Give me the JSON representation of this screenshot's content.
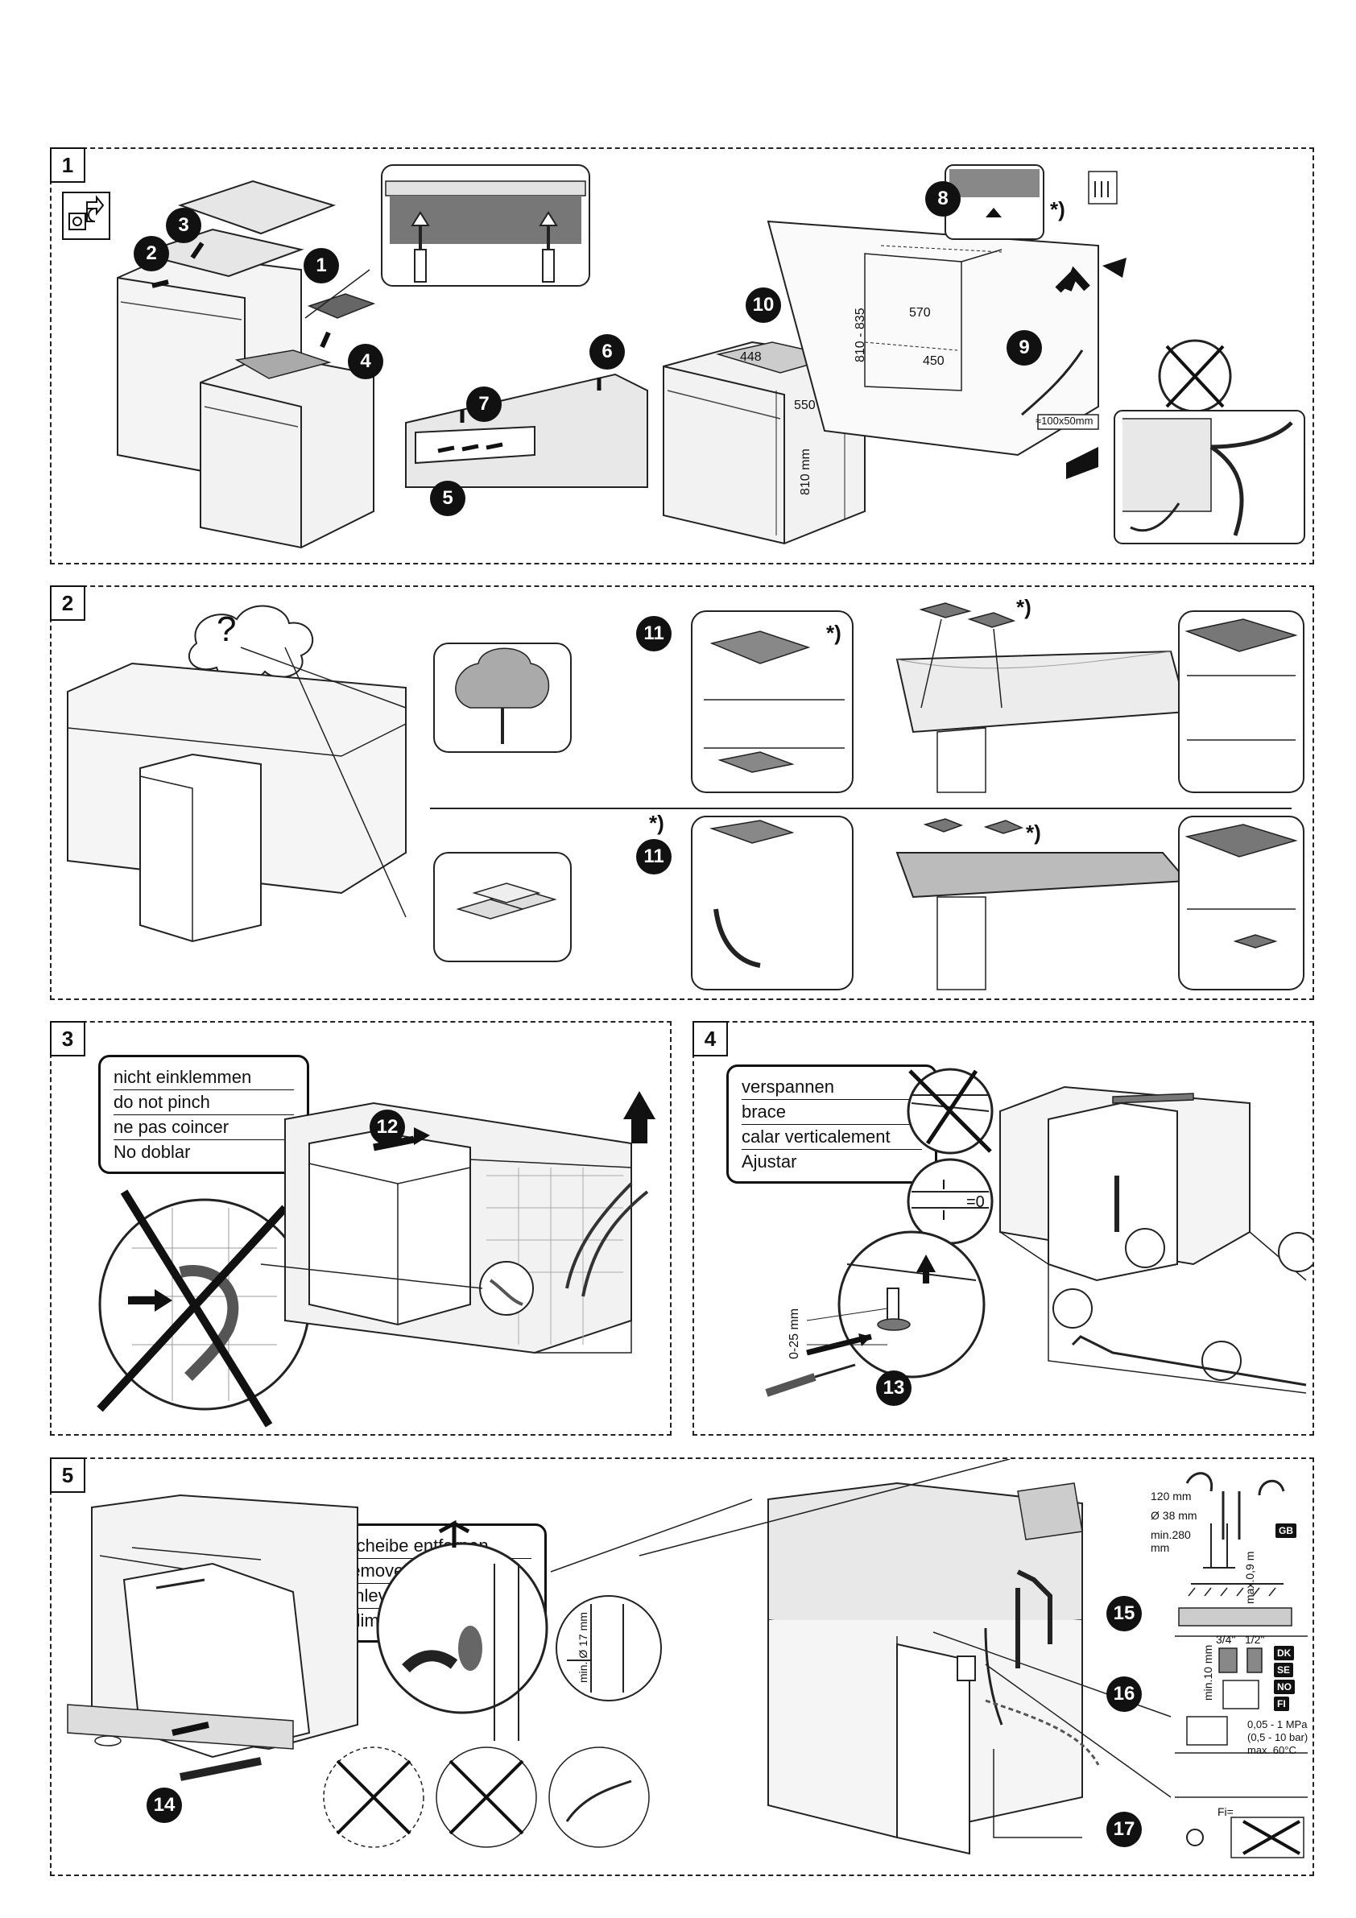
{
  "panels": [
    {
      "id": "1",
      "label": "1"
    },
    {
      "id": "2",
      "label": "2"
    },
    {
      "id": "3",
      "label": "3"
    },
    {
      "id": "4",
      "label": "4"
    },
    {
      "id": "5",
      "label": "5"
    }
  ],
  "steps": {
    "s1": "1",
    "s2": "2",
    "s3": "3",
    "s4": "4",
    "s5": "5",
    "s6": "6",
    "s7": "7",
    "s8": "8",
    "s9": "9",
    "s10": "10",
    "s11a": "11",
    "s11b": "11",
    "s12": "12",
    "s13": "13",
    "s14": "14",
    "s15": "15",
    "s16": "16",
    "s17": "17"
  },
  "dimensions": {
    "d448": "448",
    "d550": "550",
    "d810mm": "810 mm",
    "d810_835": "810 - 835",
    "d570": "570",
    "d450": "450",
    "d100x50": "≈100x50mm",
    "d0_25": "0-25 mm",
    "d17": "min. Ø 17 mm",
    "d120": "120 mm",
    "d38": "Ø 38 mm",
    "dmin280": "min.280 mm",
    "dmax09": "max.0,9 m",
    "dmin10": "min.10 mm",
    "d34": "3/4\"",
    "d12": "1/2\"",
    "pressure1": "0,05 - 1 MPa",
    "pressure2": "(0,5 - 10 bar)",
    "pressure3": "max. 60°C",
    "fi": "Fi=",
    "asterisk": "*)"
  },
  "country_tags": {
    "gb": "GB",
    "dk": "DK",
    "se": "SE",
    "no": "NO",
    "fi": "FI"
  },
  "callouts": {
    "pinch": [
      "nicht einklemmen",
      "do not pinch",
      "ne pas coincer",
      "No doblar"
    ],
    "brace": [
      "verspannen",
      "brace",
      "calar verticalement",
      "Ajustar"
    ],
    "disc": [
      "Scheibe entfernen",
      "remove disc",
      "enlever le disque",
      "Eliminar disco"
    ]
  },
  "misc": {
    "question": "?",
    "zero": "=0"
  }
}
